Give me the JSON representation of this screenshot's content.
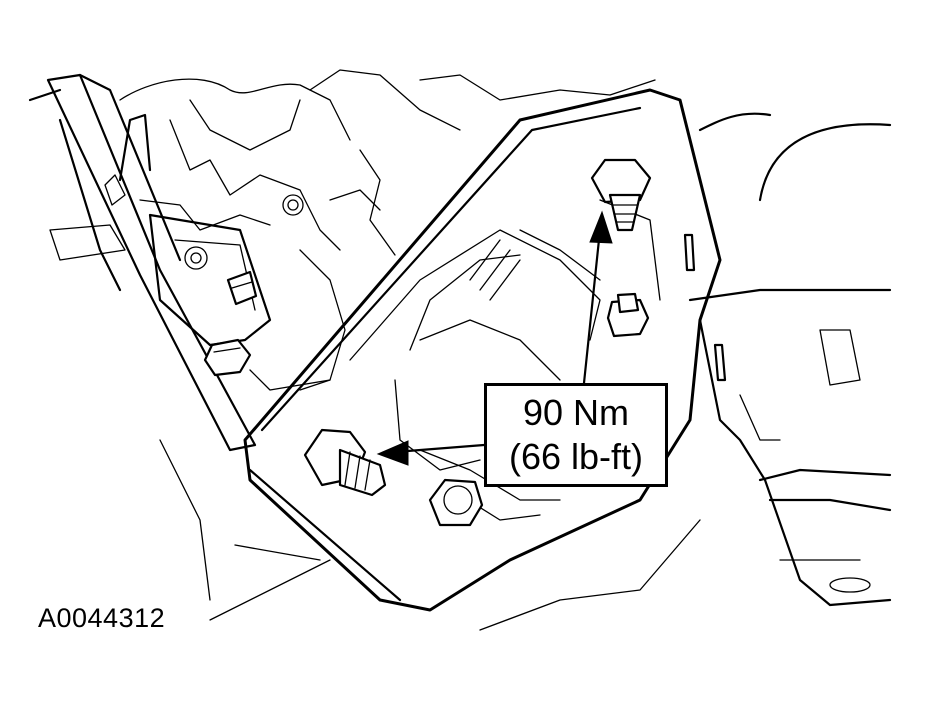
{
  "callout": {
    "torque_metric": "90 Nm",
    "torque_imperial": "(66 lb-ft)"
  },
  "figure": {
    "id": "A0044312"
  }
}
